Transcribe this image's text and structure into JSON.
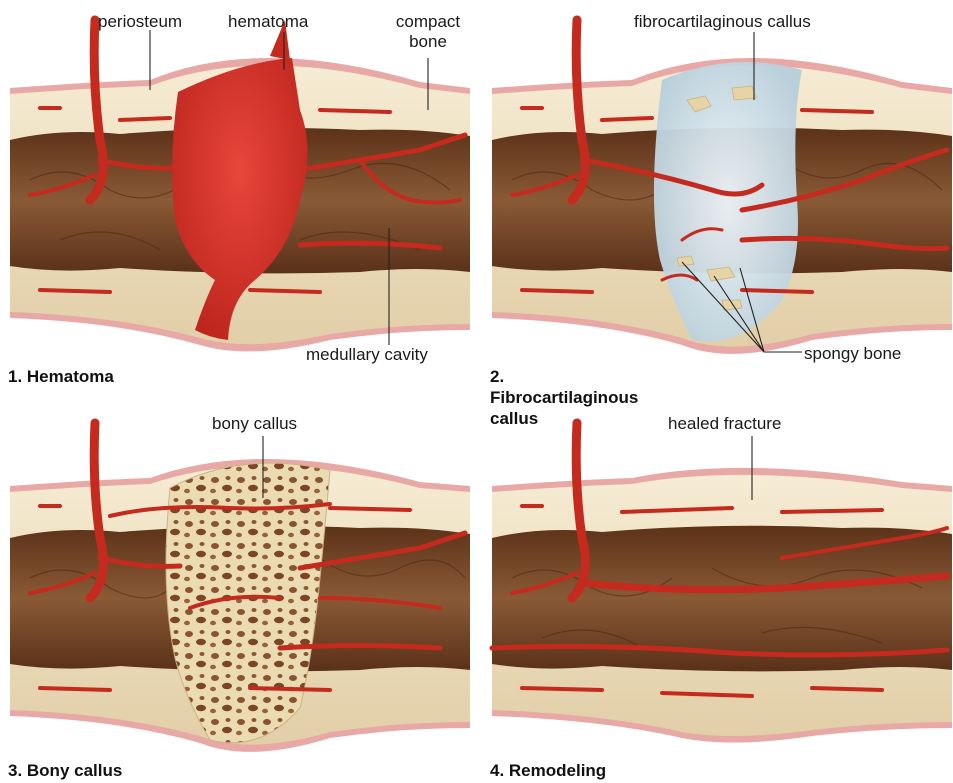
{
  "panels": [
    {
      "caption": "1. Hematoma",
      "labels": {
        "periosteum": "periosteum",
        "hematoma": "hematoma",
        "compact_bone": "compact\nbone",
        "medullary_cavity": "medullary cavity"
      }
    },
    {
      "caption": "2. Fibrocartilaginous callus",
      "labels": {
        "fibrocartilaginous_callus": "fibrocartilaginous callus",
        "spongy_bone": "spongy bone"
      }
    },
    {
      "caption": "3. Bony callus",
      "labels": {
        "bony_callus": "bony callus"
      }
    },
    {
      "caption": "4. Remodeling",
      "labels": {
        "healed_fracture": "healed fracture"
      }
    }
  ],
  "colors": {
    "periosteum": "#e8a9a6",
    "compact_bone": "#efe2c6",
    "medullary": "#7a4a2c",
    "vessel": "#c42a1e",
    "hematoma": "#d8322a",
    "fibro_callus": "#cfe0ea",
    "bony_callus": "#e8d9ae"
  }
}
